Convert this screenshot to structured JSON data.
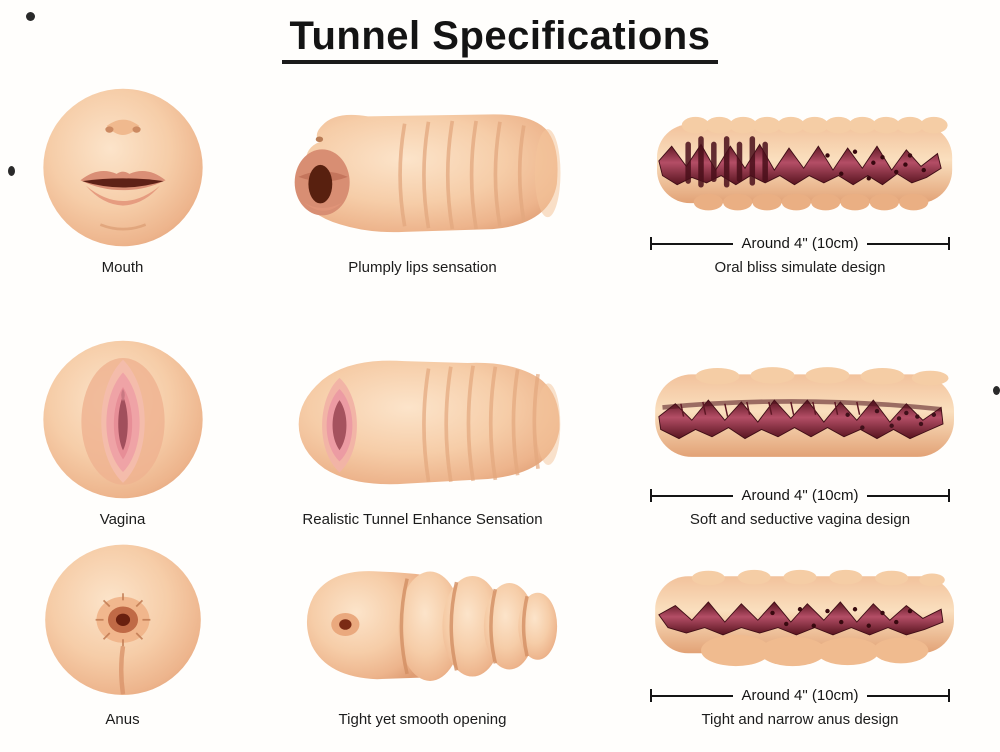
{
  "title": "Tunnel Specifications",
  "palette": {
    "background": "#fffefc",
    "skin_light": "#fce4ca",
    "skin_dark": "#df9d74",
    "tunnel_dark": "#58141f",
    "tunnel_mid": "#b44e66",
    "text": "#151515"
  },
  "rows": [
    {
      "front_label": "Mouth",
      "side_label": "Plumply lips sensation",
      "measurement": "Around 4\" (10cm)",
      "design_label": "Oral bliss simulate design"
    },
    {
      "front_label": "Vagina",
      "side_label": "Realistic Tunnel Enhance Sensation",
      "measurement": "Around 4\" (10cm)",
      "design_label": "Soft and seductive vagina design"
    },
    {
      "front_label": "Anus",
      "side_label": "Tight yet smooth opening",
      "measurement": "Around 4\" (10cm)",
      "design_label": "Tight and narrow anus design"
    }
  ]
}
